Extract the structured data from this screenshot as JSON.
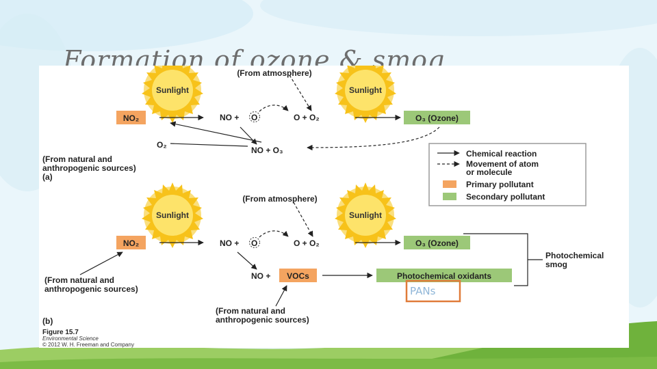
{
  "slide": {
    "title": "Formation of ozone & smog",
    "colors": {
      "primary_pollutant": "#f4a460",
      "secondary_pollutant": "#9cc878",
      "pans_outline": "#e07b39",
      "background": "#eaf6fb"
    }
  },
  "diagram": {
    "panel_a": {
      "sunlight_label": "Sunlight",
      "from_atmosphere": "(From atmosphere)",
      "no2": "NO₂",
      "no_plus": "NO + ",
      "o_atom": "O",
      "o_plus_o2": "O + O₂",
      "ozone": "O₃ (Ozone)",
      "o2": "O₂",
      "no_plus_o3": "NO + O₃",
      "sources_line1": "(From natural and",
      "sources_line2": "anthropogenic sources)",
      "label": "(a)"
    },
    "legend": {
      "chemical_reaction": "Chemical reaction",
      "movement_line1": "Movement of atom",
      "movement_line2": "or molecule",
      "primary": "Primary pollutant",
      "secondary": "Secondary pollutant"
    },
    "panel_b": {
      "sunlight_label": "Sunlight",
      "from_atmosphere": "(From atmosphere)",
      "no2": "NO₂",
      "no_plus": "NO + ",
      "o_atom": "O",
      "o_plus_o2": "O + O₂",
      "ozone": "O₃ (Ozone)",
      "no_plus_vocs_prefix": "NO + ",
      "vocs": "VOCs",
      "oxidants": "Photochemical oxidants",
      "pans": "PANs",
      "smog_line1": "Photochemical",
      "smog_line2": "smog",
      "sources_left_line1": "(From natural and",
      "sources_left_line2": "anthropogenic sources)",
      "sources_bottom_line1": "(From natural and",
      "sources_bottom_line2": "anthropogenic sources)",
      "label": "(b)"
    },
    "caption": {
      "figure": "Figure 15.7",
      "book": "Environmental Science",
      "copyright": "© 2012 W. H. Freeman and Company"
    }
  }
}
